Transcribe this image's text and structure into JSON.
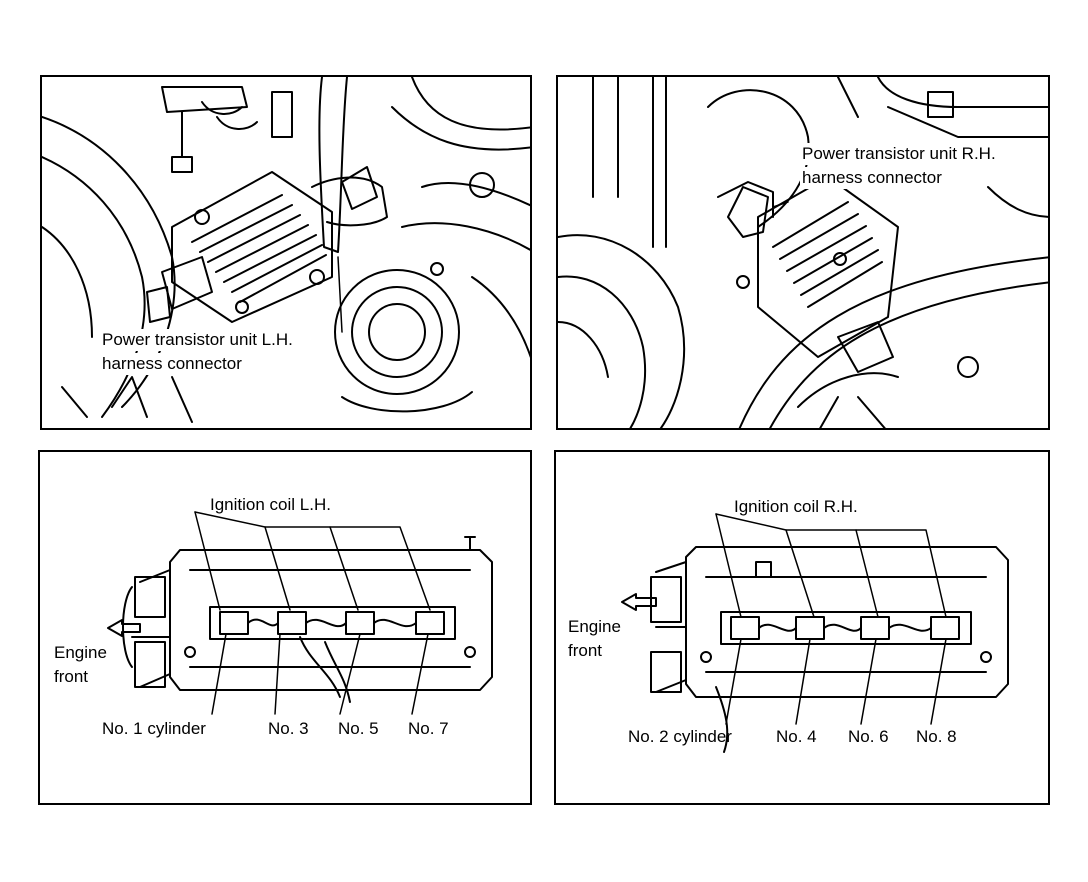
{
  "panels": {
    "lh_connector": {
      "label_line1": "Power transistor unit L.H.",
      "label_line2": "harness connector"
    },
    "rh_connector": {
      "label_line1": "Power transistor unit R.H.",
      "label_line2": "harness connector"
    },
    "lh_coils": {
      "title": "Ignition coil L.H.",
      "engine_front_line1": "Engine",
      "engine_front_line2": "front",
      "cylinders": [
        "No. 1 cylinder",
        "No. 3",
        "No. 5",
        "No. 7"
      ]
    },
    "rh_coils": {
      "title": "Ignition coil R.H.",
      "engine_front_line1": "Engine",
      "engine_front_line2": "front",
      "cylinders": [
        "No. 2 cylinder",
        "No. 4",
        "No. 6",
        "No. 8"
      ]
    }
  }
}
